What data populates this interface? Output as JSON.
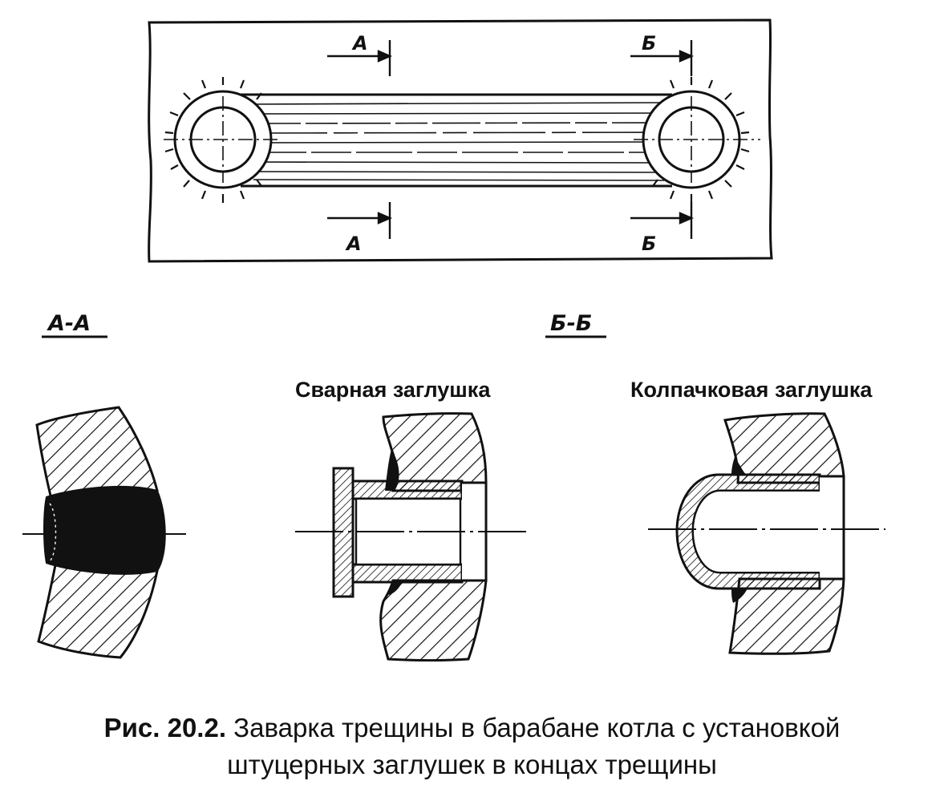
{
  "plan_view": {
    "section_a_top": "А",
    "section_a_bottom": "А",
    "section_b_top": "Б",
    "section_b_bottom": "Б"
  },
  "sections": {
    "aa_title": "А-А",
    "bb_title": "Б-Б",
    "welded_plug_title": "Сварная заглушка",
    "cap_plug_title": "Колпачковая заглушка"
  },
  "caption": {
    "number": "Рис. 20.2.",
    "line1": "Заварка трещины в барабане котла с установкой",
    "line2": "штуцерных заглушек в концах трещины"
  }
}
